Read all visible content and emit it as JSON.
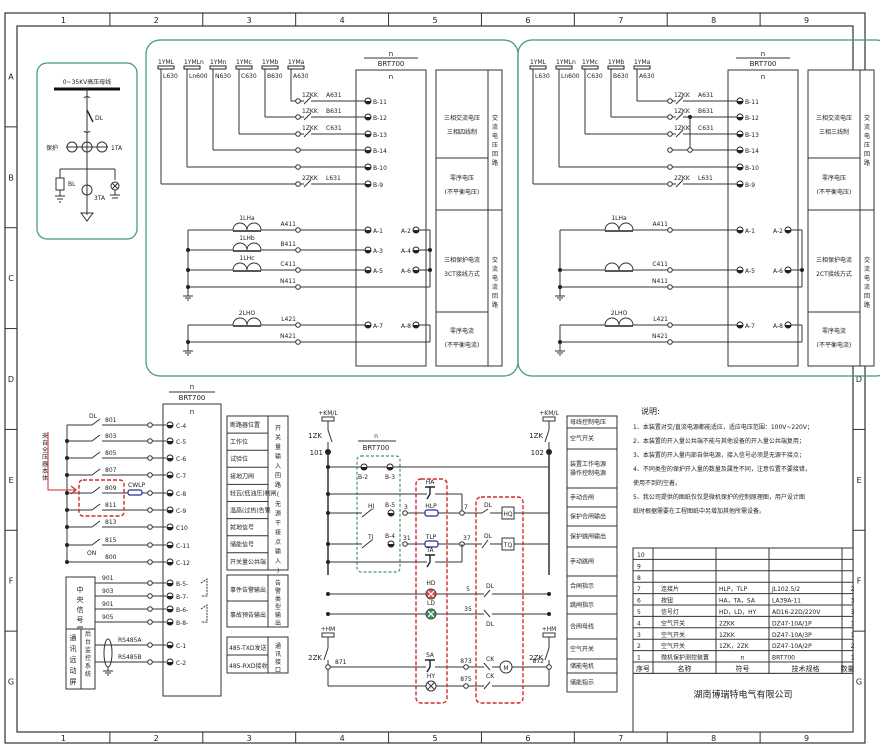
{
  "frame": {
    "columns": [
      "1",
      "2",
      "3",
      "4",
      "5",
      "6",
      "7",
      "8",
      "9"
    ],
    "rows": [
      "A",
      "B",
      "C",
      "D",
      "E",
      "F",
      "G"
    ]
  },
  "primary": {
    "bus_label": "0~35KV高压母线",
    "breaker": "DL",
    "protect_label": "保护",
    "ct1": "1TA",
    "arrester": "BL",
    "ct3": "3TA"
  },
  "left_panel": {
    "device_top": "n",
    "device_model": "BRT700",
    "device_n": "n",
    "pt_buses": [
      {
        "name": "1YML",
        "wire": "L630"
      },
      {
        "name": "1YMLn",
        "wire": "Ln600"
      },
      {
        "name": "1YMn",
        "wire": "N630"
      },
      {
        "name": "1YMc",
        "wire": "C630"
      },
      {
        "name": "1YMb",
        "wire": "B630"
      },
      {
        "name": "1YMa",
        "wire": "A630"
      }
    ],
    "voltage_rows": [
      {
        "switch": "1ZKK",
        "wire": "A631",
        "terminal": "B-11"
      },
      {
        "switch": "1ZKK",
        "wire": "B631",
        "terminal": "B-12"
      },
      {
        "switch": "1ZKK",
        "wire": "C631",
        "terminal": "B-13"
      },
      {
        "switch": "",
        "wire": "",
        "terminal": "B-14"
      },
      {
        "switch": "",
        "wire": "",
        "terminal": "B-10"
      },
      {
        "switch": "2ZKK",
        "wire": "L631",
        "terminal": "B-9"
      }
    ],
    "current_rows": [
      {
        "ct": "1LHa",
        "wire": "A411",
        "t_in": "A-1",
        "t_out": "A-2"
      },
      {
        "ct": "1LHb",
        "wire": "B411",
        "t_in": "A-3",
        "t_out": "A-4"
      },
      {
        "ct": "1LHc",
        "wire": "C411",
        "t_in": "A-5",
        "t_out": "A-6"
      },
      {
        "ct": "",
        "wire": "N411",
        "t_in": "",
        "t_out": ""
      },
      {
        "ct": "2LHO",
        "wire": "L421",
        "t_in": "A-7",
        "t_out": "A-8"
      },
      {
        "ct": "",
        "wire": "N421",
        "t_in": "",
        "t_out": ""
      }
    ],
    "desc": {
      "v1a": "三相交流电压",
      "v1b": "三相四线制",
      "v2a": "零序电压",
      "v2b": "(不平衡电压)",
      "c1a": "三相保护电流",
      "c1b": "3CT接线方式",
      "c2a": "零序电流",
      "c2b": "(不平衡电流)",
      "vgroup": "交流电压回路",
      "cgroup": "交流电流回路"
    }
  },
  "right_panel": {
    "device_top": "n",
    "device_model": "BRT700",
    "device_n": "n",
    "pt_buses": [
      {
        "name": "1YML",
        "wire": "L630"
      },
      {
        "name": "1YMLn",
        "wire": "Ln600"
      },
      {
        "name": "1YMc",
        "wire": "C630"
      },
      {
        "name": "1YMb",
        "wire": "B630"
      },
      {
        "name": "1YMa",
        "wire": "A630"
      }
    ],
    "voltage_rows": [
      {
        "switch": "1ZKK",
        "wire": "A631",
        "terminal": "B-11"
      },
      {
        "switch": "1ZKK",
        "wire": "B631",
        "terminal": "B-12"
      },
      {
        "switch": "1ZKK",
        "wire": "C631",
        "terminal": "B-13"
      },
      {
        "switch": "",
        "wire": "",
        "terminal": "B-14"
      },
      {
        "switch": "",
        "wire": "",
        "terminal": "B-10"
      },
      {
        "switch": "2ZKK",
        "wire": "L631",
        "terminal": "B-9"
      }
    ],
    "current_rows": [
      {
        "ct": "1LHa",
        "wire": "A411",
        "t_in": "A-1",
        "t_out": "A-2"
      },
      {
        "ct": "",
        "wire": "C411",
        "t_in": "A-5",
        "t_out": "A-6"
      },
      {
        "ct": "",
        "wire": "N411",
        "t_in": "",
        "t_out": ""
      },
      {
        "ct": "2LHO",
        "wire": "L421",
        "t_in": "A-7",
        "t_out": "A-8"
      },
      {
        "ct": "",
        "wire": "N421",
        "t_in": "",
        "t_out": ""
      }
    ],
    "desc": {
      "v1a": "三相交流电压",
      "v1b": "三相三线制",
      "v2a": "零序电压",
      "v2b": "(不平衡电压)",
      "c1a": "三相保护电流",
      "c1b": "2CT接线方式",
      "c2a": "零序电流",
      "c2b": "(不平衡电流)",
      "vgroup": "交流电压回路",
      "cgroup": "交流电流回路"
    }
  },
  "binary_inputs": {
    "device_top": "n",
    "device_model": "BRT700",
    "device_n": "n",
    "note_vertical": "来自全压器本体",
    "dl_label": "DL",
    "on_label": "ON",
    "cwlp_label": "CWLP",
    "rows": [
      {
        "wire": "801",
        "terminal": "C-4",
        "desc": "断路器位置"
      },
      {
        "wire": "803",
        "terminal": "C-5",
        "desc": "工作位"
      },
      {
        "wire": "805",
        "terminal": "C-6",
        "desc": "试验位"
      },
      {
        "wire": "807",
        "terminal": "C-7",
        "desc": "接地刀闸"
      },
      {
        "wire": "809",
        "terminal": "C-8",
        "desc": "轻瓦(低油压)制闸"
      },
      {
        "wire": "811",
        "terminal": "C-9",
        "desc": "温高(过热)告警"
      },
      {
        "wire": "813",
        "terminal": "C10",
        "desc": "就地信号"
      },
      {
        "wire": "815",
        "terminal": "C-11",
        "desc": "储能信号"
      },
      {
        "wire": "800",
        "terminal": "C-12",
        "desc": "开关量公共端"
      }
    ],
    "group_label": "开关量输入回路(无源干接点输入)"
  },
  "signal_outputs": {
    "screen_label": "中央信号屏",
    "rows": [
      {
        "wire": "901",
        "terminal": "B-5"
      },
      {
        "wire": "903",
        "terminal": "B-7"
      },
      {
        "wire": "901",
        "terminal": "B-6"
      },
      {
        "wire": "905",
        "terminal": "B-8"
      }
    ],
    "desc": [
      "事件告警输出",
      "事故预告输出"
    ],
    "group_label": "告警类型输出"
  },
  "comm": {
    "screen_label": "通讯远动屏",
    "backend_label": "后台监控系统",
    "rows": [
      {
        "wire": "RS485A",
        "terminal": "C-1",
        "desc": "485-TXD发送"
      },
      {
        "wire": "RS485B",
        "terminal": "C-2",
        "desc": "485-RXD接收"
      }
    ],
    "group_label": "通讯接口"
  },
  "control": {
    "km_left": "+KM/L",
    "km_right": "+KM/L",
    "zk_left": "1ZK",
    "zk_right": "1ZK",
    "n101": "101",
    "n102": "102",
    "device_top": "n",
    "device_model": "BRT700",
    "b2": "B-2",
    "b3": "B-3",
    "b5": "B-5",
    "b4": "B-4",
    "hj": "HJ",
    "tj": "TJ",
    "n3": "3",
    "n31": "31",
    "n7": "7",
    "n37": "37",
    "n5": "5",
    "n35": "35",
    "ha": "HA",
    "hlp": "HLP",
    "tlp": "TLP",
    "ta": "TA",
    "hd": "HD",
    "ld": "LD",
    "sa": "SA",
    "hy": "HY",
    "dl": "DL",
    "hq": "HQ",
    "tq": "TQ",
    "ck": "CK",
    "m": "M",
    "hm_left": "+HM",
    "hm_right": "+HM",
    "zk2_left": "2ZK",
    "zk2_right": "2ZK",
    "n871": "871",
    "n872": "872",
    "n873": "873",
    "n875": "875",
    "desc": [
      "母线控制电压",
      "空气开关",
      "装置工作电源\n操作控制电源",
      "手动合闸",
      "保护合闸输出",
      "保护跳闸输出",
      "手动跳闸",
      "合闸指示",
      "跳闸指示",
      "合闸母线",
      "空气开关",
      "储能电机",
      "储能指示"
    ]
  },
  "notes": {
    "title": "说明:",
    "items": [
      "1、本装置对交/直流电源都能适应，适应电压范围：100V~220V；",
      "2、本装置的开入量公共端不能与其他设备的开入量公共端复用；",
      "3、本装置的开入量内部自供电源，接入信号必须是无源干接点；",
      "4、不同类型的保护开入量的数量及属性不同，注意位置不要接错，",
      "   使用不到的空着。",
      "5、我公司提供的图纸仅仅是微机保护的控制原理图，用户设计图",
      "   纸时根据需要在工程图纸中另增加其他所需设备。"
    ]
  },
  "bom": {
    "headers": [
      "序号",
      "名称",
      "符号",
      "技术规格",
      "数量"
    ],
    "rows": [
      [
        "10",
        "",
        "",
        "",
        ""
      ],
      [
        "9",
        "",
        "",
        "",
        ""
      ],
      [
        "8",
        "",
        "",
        "",
        ""
      ],
      [
        "7",
        "连接片",
        "HLP，TLP",
        "JL102.5/2",
        "2"
      ],
      [
        "6",
        "按钮",
        "HA，TA，SA",
        "LA39A-11",
        "3"
      ],
      [
        "5",
        "信号灯",
        "HD，LD，HY",
        "AD16-22D/220V",
        "3"
      ],
      [
        "4",
        "空气开关",
        "2ZKK",
        "DZ47-10A/1P",
        "1"
      ],
      [
        "3",
        "空气开关",
        "1ZKK",
        "DZ47-10A/3P",
        "1"
      ],
      [
        "2",
        "空气开关",
        "1ZK，2ZK",
        "DZ47-10A/2P",
        "2"
      ],
      [
        "1",
        "微机保护测控装置",
        "n",
        "BRT700",
        "1"
      ]
    ],
    "company": "湖南博瑞特电气有限公司"
  }
}
